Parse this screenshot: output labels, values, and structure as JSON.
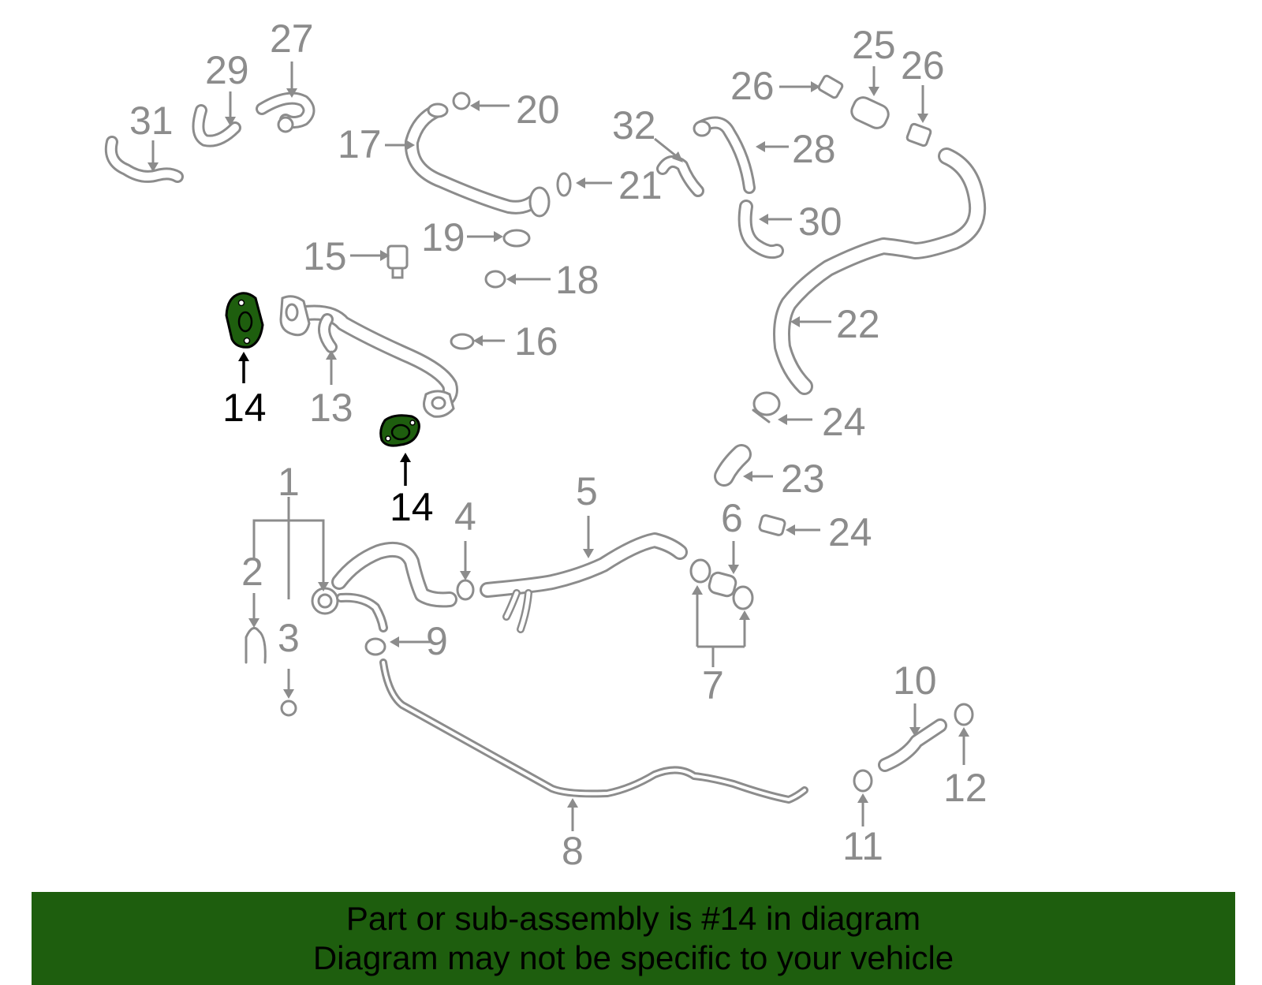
{
  "colors": {
    "highlight": "#1e5e0e",
    "parts_gray": "#8c8c8c",
    "banner_bg": "#1e5e0e",
    "banner_text": "#000000"
  },
  "highlighted_part": "14",
  "callouts": {
    "c1": "1",
    "c2": "2",
    "c3": "3",
    "c4": "4",
    "c5": "5",
    "c6": "6",
    "c7": "7",
    "c8": "8",
    "c9": "9",
    "c10": "10",
    "c11": "11",
    "c12": "12",
    "c13": "13",
    "c14a": "14",
    "c14b": "14",
    "c15": "15",
    "c16": "16",
    "c17": "17",
    "c18": "18",
    "c19": "19",
    "c20": "20",
    "c21": "21",
    "c22": "22",
    "c23": "23",
    "c24a": "24",
    "c24b": "24",
    "c25": "25",
    "c26a": "26",
    "c26b": "26",
    "c27": "27",
    "c28": "28",
    "c29": "29",
    "c30": "30",
    "c31": "31",
    "c32": "32"
  },
  "banner": {
    "line1": "Part or sub-assembly is #14 in diagram",
    "line2": "Diagram may not be specific to your vehicle"
  }
}
